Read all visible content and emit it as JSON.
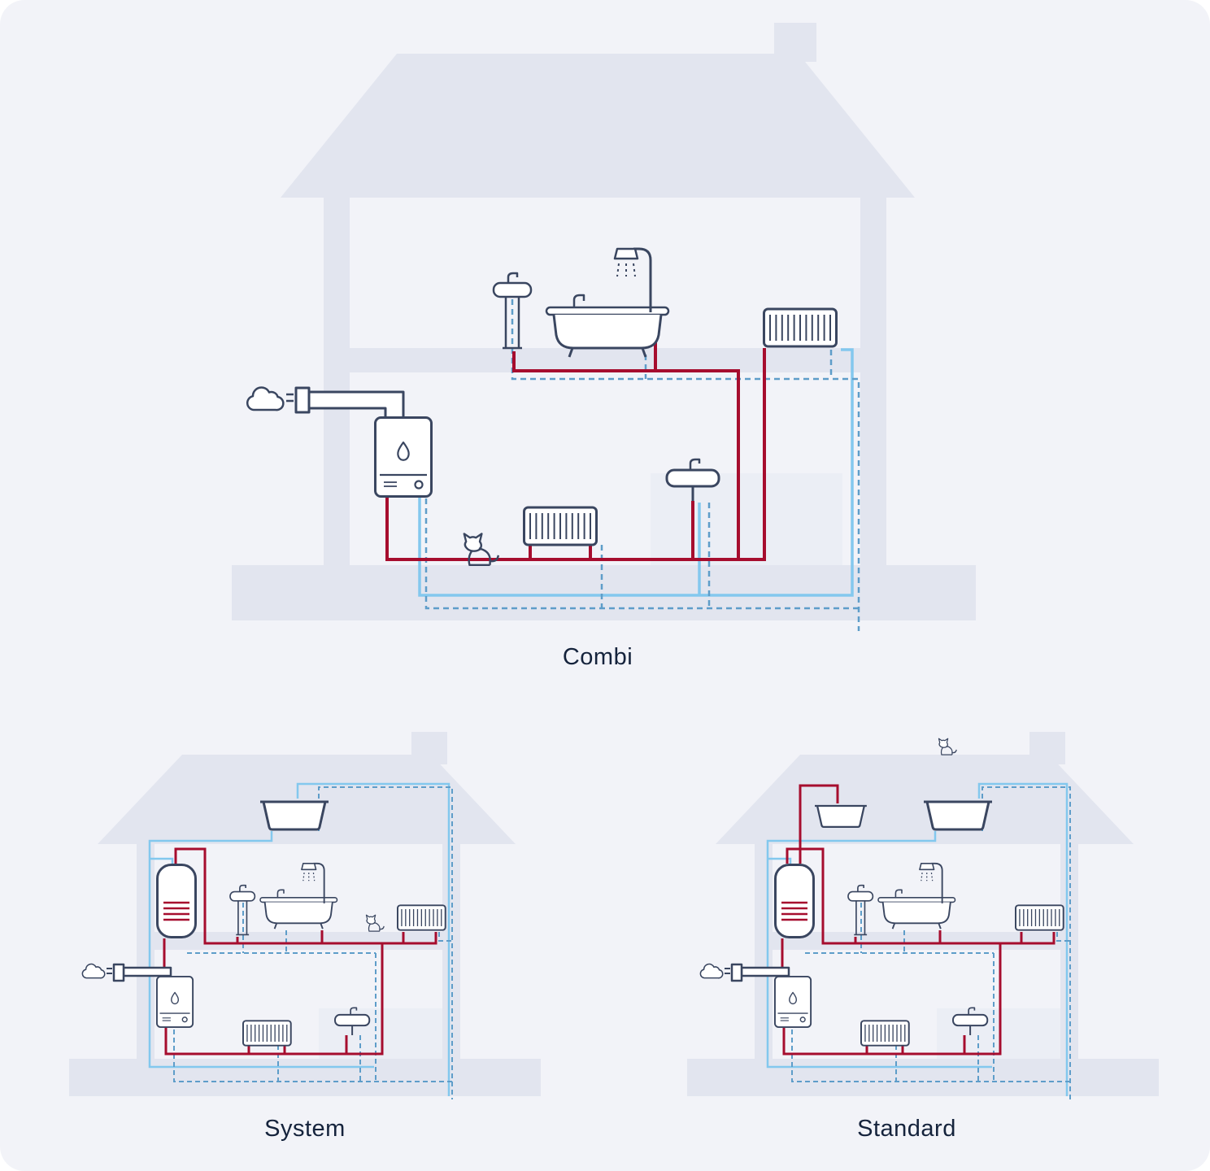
{
  "colors": {
    "outline": "#3a4660",
    "house": "#e2e5ef",
    "panel": "#ebeef5",
    "hot": "#a60d2e",
    "cold": "#83c8ee",
    "return": "#5e9dc9",
    "label": "#15233c",
    "card": "#f2f3f8",
    "white": "#ffffff"
  },
  "diagrams": [
    {
      "id": "combi",
      "label": "Combi",
      "components": [
        "steam-icon",
        "flue-pipe-icon",
        "boiler-icon",
        "pedestal-sink-icon",
        "bathtub-icon",
        "shower-icon",
        "radiator-icon",
        "radiator-icon",
        "sink-icon",
        "cat-icon",
        "hot-water-pipe",
        "cold-water-pipe",
        "return-pipe"
      ]
    },
    {
      "id": "system",
      "label": "System",
      "components": [
        "loft-tank-icon",
        "hot-water-cylinder-icon",
        "steam-icon",
        "flue-pipe-icon",
        "boiler-icon",
        "pedestal-sink-icon",
        "bathtub-icon",
        "shower-icon",
        "radiator-icon",
        "radiator-icon",
        "sink-icon",
        "cat-icon",
        "hot-water-pipe",
        "cold-water-pipe",
        "return-pipe"
      ]
    },
    {
      "id": "standard",
      "label": "Standard",
      "components": [
        "loft-tank-icon",
        "loft-tank-icon",
        "hot-water-cylinder-icon",
        "steam-icon",
        "flue-pipe-icon",
        "boiler-icon",
        "pedestal-sink-icon",
        "bathtub-icon",
        "shower-icon",
        "radiator-icon",
        "radiator-icon",
        "sink-icon",
        "cat-icon",
        "hot-water-pipe",
        "cold-water-pipe",
        "return-pipe"
      ]
    }
  ]
}
